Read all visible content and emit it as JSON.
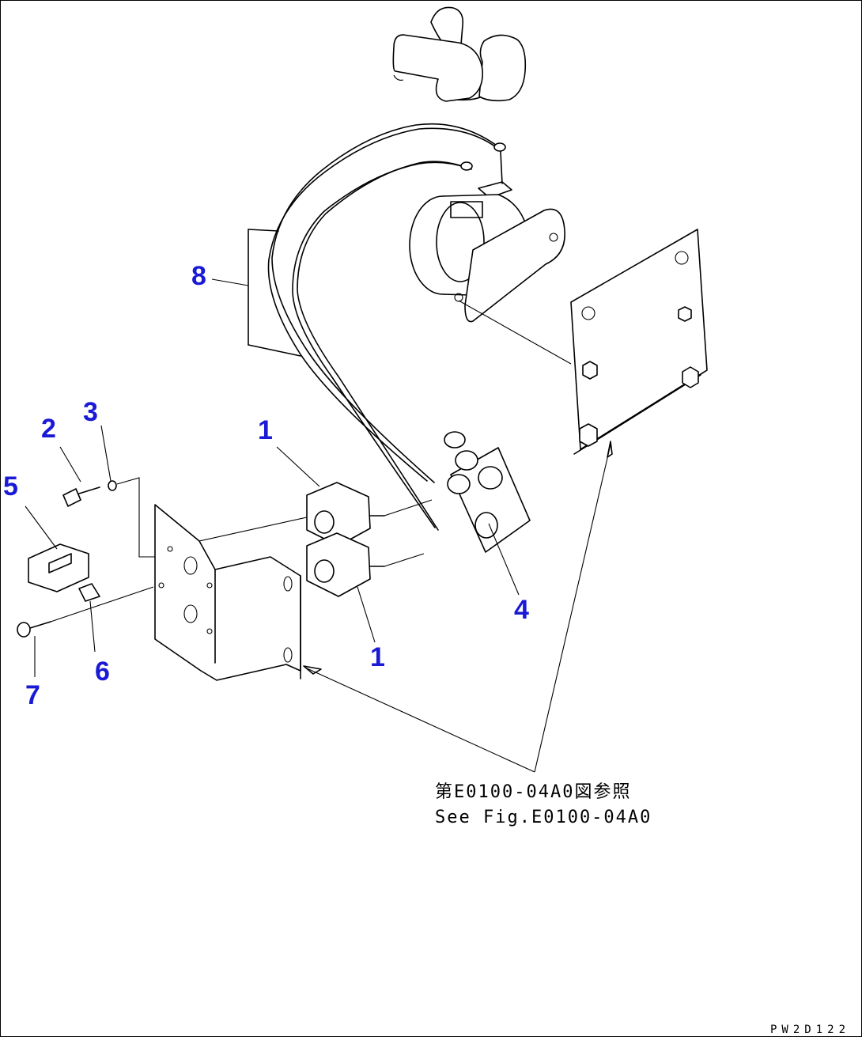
{
  "callouts": {
    "c1a": "1",
    "c1b": "1",
    "c2": "2",
    "c3": "3",
    "c4": "4",
    "c5": "5",
    "c6": "6",
    "c7": "7",
    "c8": "8"
  },
  "reference": {
    "jp": "第E0100-04A0図参照",
    "en": "See Fig.E0100-04A0"
  },
  "drawing_code": "PW2D122",
  "colors": {
    "callout": "#1a1ad6",
    "line": "#000000",
    "background": "#ffffff"
  }
}
